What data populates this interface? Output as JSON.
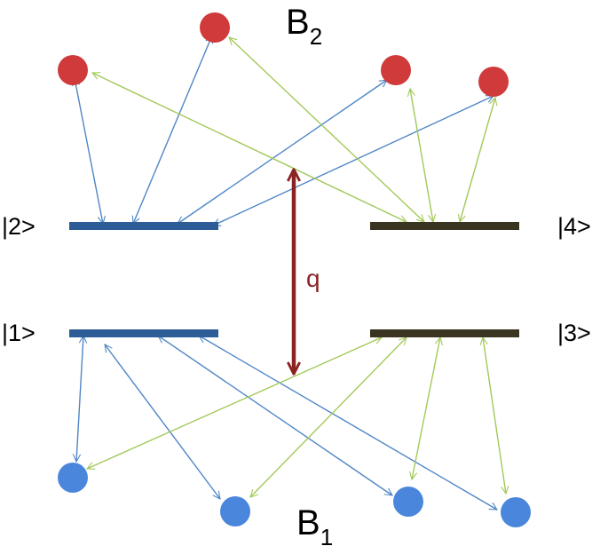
{
  "labels": {
    "reservoir_top": "B",
    "reservoir_top_sub": "2",
    "reservoir_bottom": "B",
    "reservoir_bottom_sub": "1",
    "state_1": "|1>",
    "state_2": "|2>",
    "state_3": "|3>",
    "state_4": "|4>",
    "coupling": "q"
  },
  "colors": {
    "left_level": "#2e5c96",
    "right_level": "#3a3520",
    "blue_arrow": "#4f86c6",
    "green_arrow": "#a3c95a",
    "red_dot": "#d03a3a",
    "blue_dot": "#4a86db",
    "coupling_arrow": "#8b2323",
    "coupling_text": "#8b2323"
  }
}
